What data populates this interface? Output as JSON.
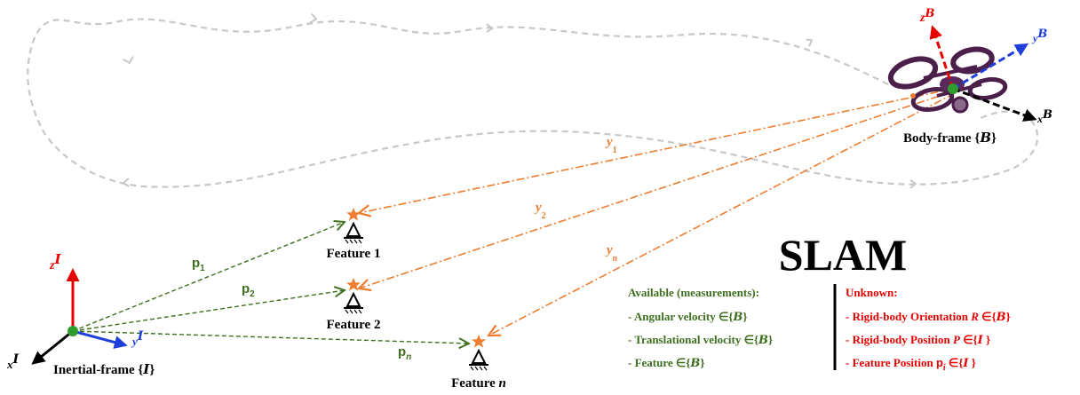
{
  "colors": {
    "trajectory": "#c8c8c8",
    "measurement": "#ed7d31",
    "feature_vec": "#3f6e1f",
    "axis_z": "#e60000",
    "axis_y": "#1f3fd8",
    "axis_x": "#000000",
    "origin": "#2e9d2e",
    "feature_star": "#ed7d31",
    "available": "#3f6e1f",
    "unknown": "#e60000",
    "drone": "#4a1f4a"
  },
  "title": "SLAM",
  "frames": {
    "inertial_label": "Inertial-frame {",
    "inertial_sym": "I",
    "inertial_close": "}",
    "body_label": "Body-frame {",
    "body_sym": "B",
    "body_close": "}"
  },
  "axes": {
    "inertial": {
      "z": "z",
      "y": "y",
      "x": "x",
      "sup": "I"
    },
    "body": {
      "z": "z",
      "y": "y",
      "x": "x",
      "sup": "B"
    }
  },
  "features": [
    {
      "name": "Feature 1",
      "suffix": ""
    },
    {
      "name": "Feature 2",
      "suffix": ""
    },
    {
      "name": "Feature ",
      "suffix": "n"
    }
  ],
  "vectors": {
    "p": {
      "base": "p",
      "subs": [
        "1",
        "2",
        "n"
      ]
    },
    "y": {
      "base": "y",
      "subs": [
        "1",
        "2",
        "n"
      ]
    }
  },
  "available": {
    "heading": "Available (measurements):",
    "items": [
      {
        "text": "- Angular velocity ∈{",
        "sym": "B",
        "close": "}"
      },
      {
        "text": "- Translational velocity ∈{",
        "sym": "B",
        "close": "}"
      },
      {
        "text": "- Feature ∈{",
        "sym": "B",
        "close": "}"
      }
    ]
  },
  "unknown": {
    "heading": "Unknown:",
    "items": [
      {
        "text": "- Rigid-body Orientation ",
        "var": "R",
        "in": " ∈{",
        "sym": "B",
        "close": "}"
      },
      {
        "text": "- Rigid-body Position ",
        "var": "P",
        "in": " ∈{",
        "sym": "I",
        "close": " }"
      },
      {
        "text": "- Feature Position ",
        "var": "p",
        "sub": "i",
        "in": " ∈{",
        "sym": "I",
        "close": " }"
      }
    ]
  }
}
